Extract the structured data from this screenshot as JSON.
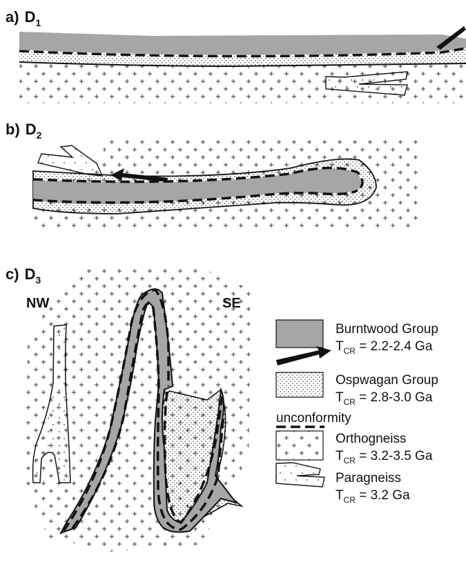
{
  "panels": {
    "a": {
      "prefix": "a)",
      "letter": "D",
      "sub": "1"
    },
    "b": {
      "prefix": "b)",
      "letter": "D",
      "sub": "2"
    },
    "c": {
      "prefix": "c)",
      "letter": "D",
      "sub": "3"
    }
  },
  "compass": {
    "west": "NW",
    "east": "SE"
  },
  "legend": {
    "burntwood": {
      "name": "Burntwood Group",
      "t": "T",
      "t_sub": "CR",
      "value": " = 2.2-2.4 Ga"
    },
    "ospwagan": {
      "name": "Ospwagan Group",
      "t": "T",
      "t_sub": "CR",
      "value": " = 2.8-3.0 Ga"
    },
    "unconformity": {
      "label": "unconformity"
    },
    "orthogneiss": {
      "name": "Orthogneiss",
      "t": "T",
      "t_sub": "CR",
      "value": " = 3.2-3.5 Ga"
    },
    "paragneiss": {
      "name": "Paragneiss",
      "t": "T",
      "t_sub": "CR",
      "value": " = 3.2 Ga"
    }
  },
  "colors": {
    "burntwood_fill": "#a6a6a6",
    "ink": "#111111",
    "background": "#ffffff"
  }
}
